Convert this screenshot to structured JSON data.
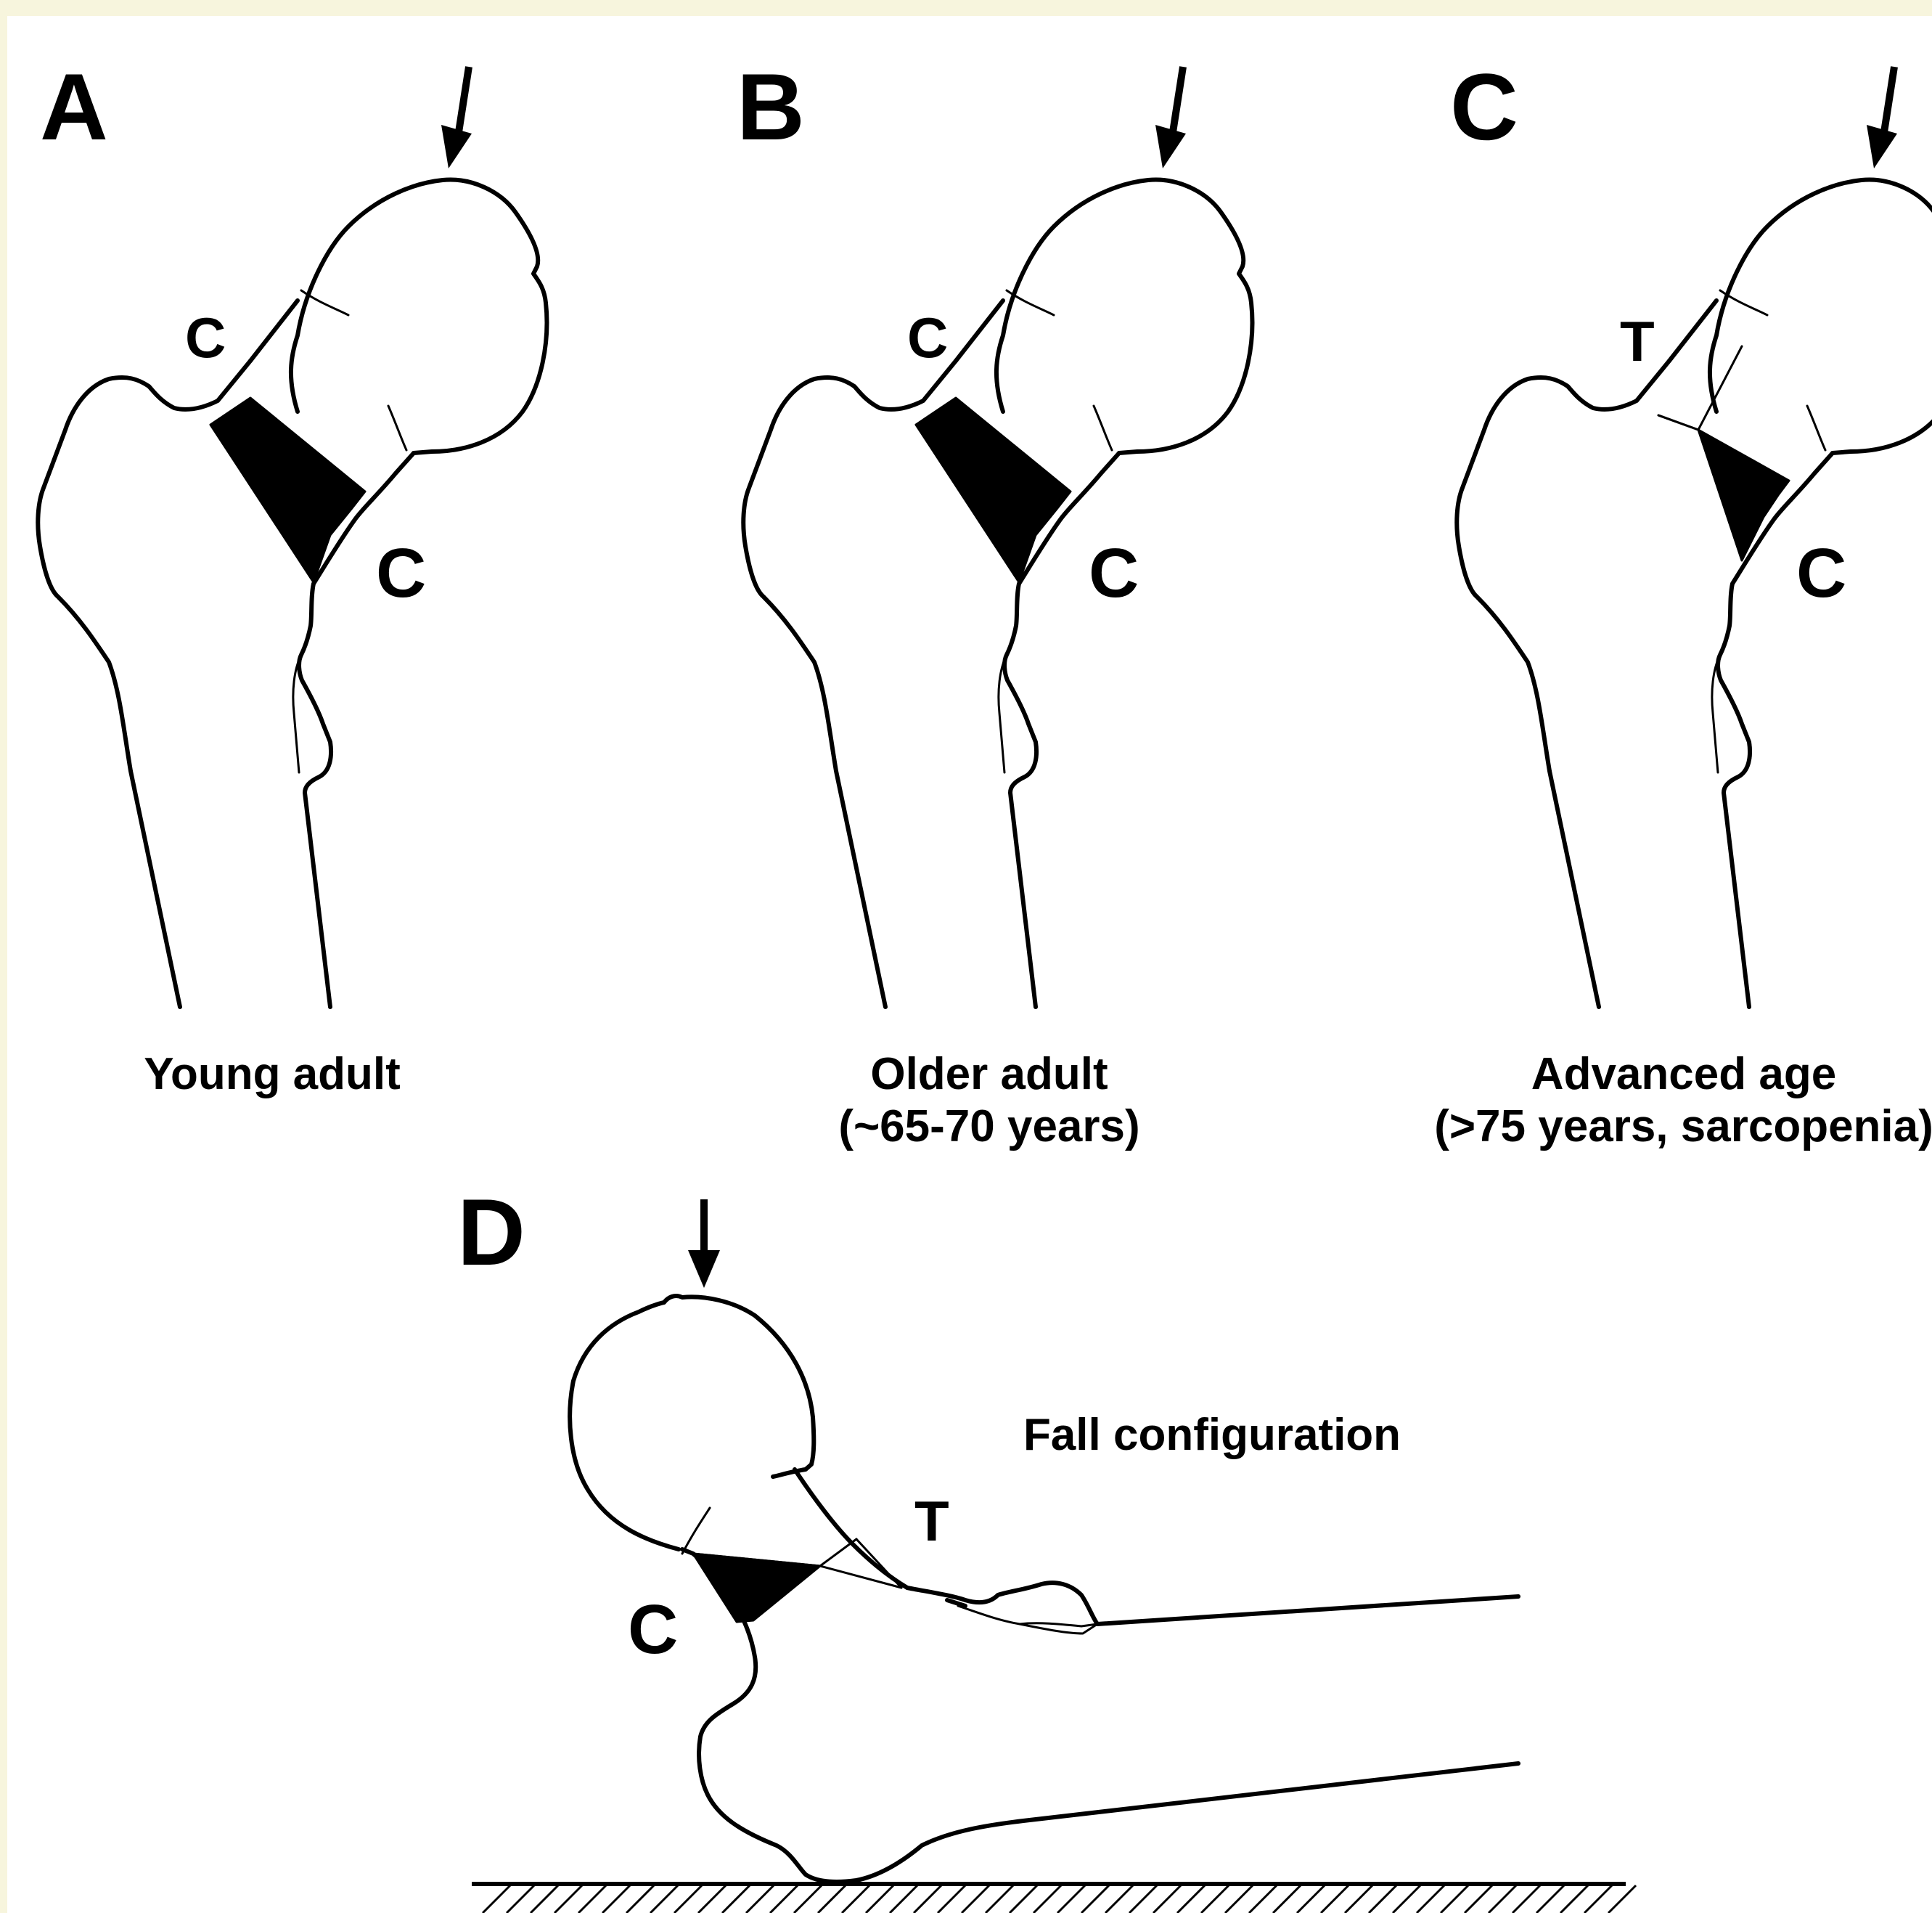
{
  "panels": [
    {
      "letter": "A",
      "caption": "Young adult",
      "upper_zone": "C",
      "lower_zone": "C"
    },
    {
      "letter": "B",
      "caption_line1": "Older adult",
      "caption_line2": "(~65-70 years)",
      "upper_zone": "C",
      "lower_zone": "C"
    },
    {
      "letter": "C",
      "caption_line1": "Advanced age",
      "caption_line2": "(>75 years, sarcopenia)",
      "upper_zone": "T",
      "lower_zone": "C"
    },
    {
      "letter": "D",
      "caption": "Fall configuration",
      "upper_zone": "T",
      "lower_zone": "C"
    }
  ],
  "colors": {
    "background": "#f7f5dd",
    "figure": "#ffffff",
    "ink": "#000000"
  },
  "icons": [
    "load-arrow-icon",
    "ground-hatch-icon"
  ]
}
